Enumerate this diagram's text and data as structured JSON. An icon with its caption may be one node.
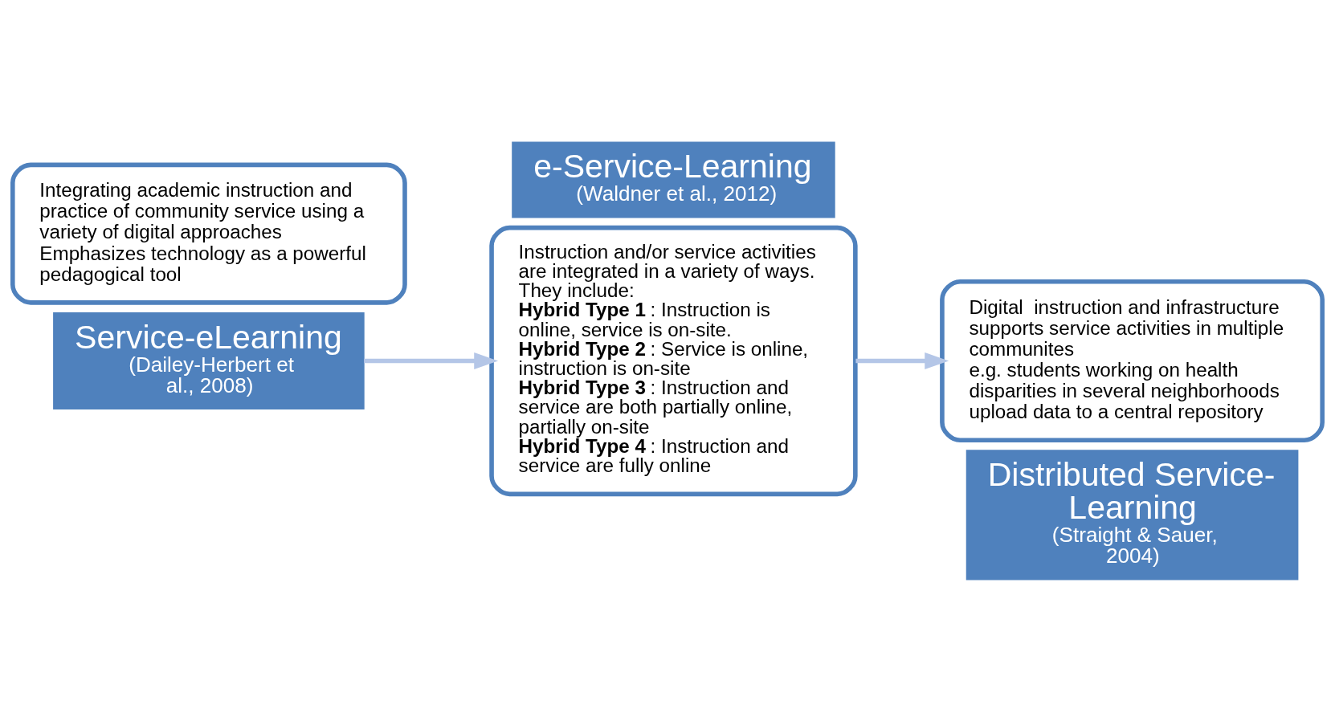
{
  "diagram": {
    "nodes": [
      {
        "text": [
          "Integrating academic instruction and practice of community service using a variety of digital approaches",
          "Emphasizes technology as a powerful pedagogical tool"
        ]
      },
      {
        "text": [
          "Service-eLearning",
          "(Dailey-Herbert et al., 2008)"
        ]
      },
      {
        "text": [
          "e-Service-Learning",
          "(Waldner et al., 2012)"
        ]
      },
      {
        "text": [
          "Instruction and/or service activities are integrated in a variety of ways. They include:",
          "**Hybrid Type 1**: Instruction is online, service is on-site.",
          "**Hybrid Type 2**: Service is online, instruction is on-site",
          "**Hybrid Type 3**: Instruction and service are both partially online, partially on-site",
          "**Hybrid Type 4**: Instruction and service are fully online"
        ]
      },
      {
        "text": [
          "Digital  instruction and infrastructure supports service activities in multiple communites",
          "e.g. students working on health disparities in several neighborhoods upload data to a central repository"
        ]
      },
      {
        "text": [
          "Distributed Service-Learning",
          "(Straight & Sauer, 2004)"
        ]
      }
    ],
    "edges": [
      {
        "from": 1,
        "to": 3,
        "arrow": "to"
      },
      {
        "from": 3,
        "to": 4,
        "arrow": "to"
      }
    ]
  }
}
